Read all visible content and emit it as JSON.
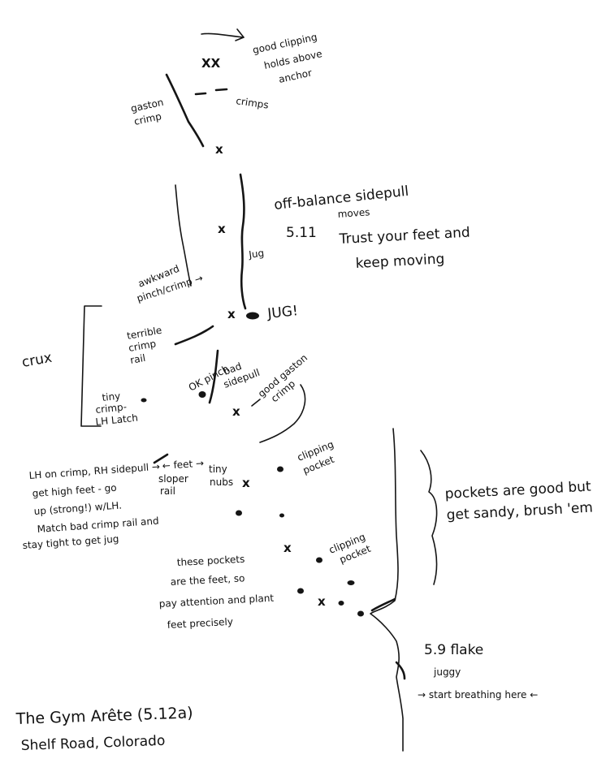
{
  "title": "The Gym Arête (5.12a)",
  "location": "Shelf Road, Colorado",
  "top": {
    "anchor_marks": "XX",
    "anchor_note": [
      "good clipping",
      "holds above",
      "anchor"
    ],
    "crimps": "crimps",
    "gaston_crimp": [
      "gaston",
      "crimp"
    ]
  },
  "upper": {
    "off_balance": [
      "off-balance sidepull",
      "moves"
    ],
    "grade": "5.11",
    "advice": [
      "Trust your feet and",
      "keep moving"
    ],
    "jug_side": "Jug",
    "awkward_pinch": [
      "awkward",
      "pinch/crimp →"
    ],
    "jug": "JUG!"
  },
  "crux": {
    "label": "crux",
    "terrible_rail": [
      "terrible",
      "crimp",
      "rail"
    ],
    "ok_pinch": "OK pinch",
    "bad_sidepull": [
      "bad",
      "sidepull"
    ],
    "good_gaston": [
      "good gaston",
      "crimp"
    ],
    "tiny_crimp": [
      "tiny",
      "crimp-",
      "LH Latch"
    ]
  },
  "lower": {
    "beta": [
      "LH on crimp, RH sidepull →",
      "get high feet - go",
      "up (strong!) w/LH.",
      "Match bad crimp rail and",
      "stay tight to get jug"
    ],
    "feet": "← feet →",
    "sloper_rail": [
      "sloper",
      "rail"
    ],
    "tiny_nubs": [
      "tiny",
      "nubs"
    ],
    "clipping_pocket_1": [
      "clipping",
      "pocket"
    ],
    "pockets_note": [
      "pockets are good but",
      "get sandy, brush 'em"
    ],
    "clipping_pocket_2": [
      "clipping",
      "pocket"
    ],
    "these_pockets": [
      "these pockets",
      "are the feet, so",
      "pay attention and plant",
      "feet precisely"
    ],
    "flake": "5.9 flake",
    "juggy": "juggy",
    "start_breathing": "→ start breathing here ←"
  }
}
